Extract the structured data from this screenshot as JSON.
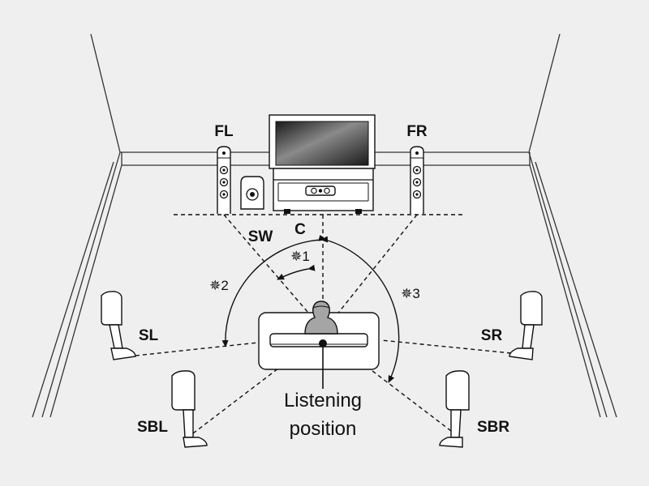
{
  "speakers": {
    "fl": "FL",
    "fr": "FR",
    "center": "C",
    "subwoofer": "SW",
    "sl": "SL",
    "sr": "SR",
    "sbl": "SBL",
    "sbr": "SBR"
  },
  "angle_notes": {
    "note1": "✵1",
    "note2": "✵2",
    "note3": "✵3"
  },
  "listening_position": {
    "line1": "Listening",
    "line2": "position"
  }
}
